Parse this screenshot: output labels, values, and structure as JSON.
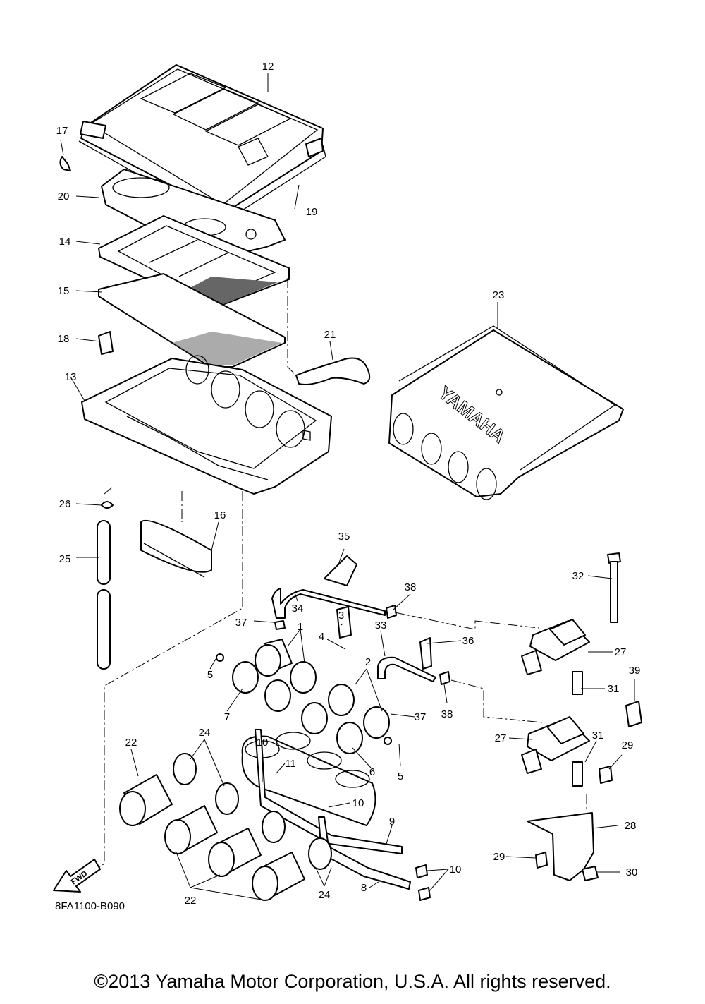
{
  "diagram": {
    "callouts": [
      "12",
      "17",
      "20",
      "19",
      "14",
      "15",
      "18",
      "21",
      "23",
      "13",
      "26",
      "16",
      "25",
      "35",
      "38",
      "34",
      "37",
      "3",
      "33",
      "1",
      "4",
      "36",
      "32",
      "27",
      "5",
      "2",
      "39",
      "7",
      "37b",
      "38b",
      "31",
      "10",
      "24",
      "22",
      "11",
      "6",
      "5b",
      "27b",
      "31b",
      "29",
      "10b",
      "9",
      "28",
      "29b",
      "10c",
      "30",
      "8",
      "22b",
      "24b"
    ],
    "labels": {
      "12": "12",
      "17": "17",
      "20": "20",
      "19": "19",
      "14": "14",
      "15": "15",
      "18": "18",
      "21": "21",
      "23": "23",
      "13": "13",
      "26": "26",
      "16": "16",
      "25": "25",
      "35": "35",
      "38": "38",
      "34": "34",
      "37": "37",
      "3": "3",
      "33": "33",
      "1": "1",
      "4": "4",
      "36": "36",
      "32": "32",
      "27": "27",
      "5": "5",
      "2": "2",
      "39": "39",
      "7": "7",
      "37b": "37",
      "38b": "38",
      "31": "31",
      "10": "10",
      "24": "24",
      "22": "22",
      "11": "11",
      "6": "6",
      "5b": "5",
      "27b": "27",
      "31b": "31",
      "29": "29",
      "10b": "10",
      "9": "9",
      "28": "28",
      "29b": "29",
      "10c": "10",
      "30": "30",
      "8": "8",
      "22b": "22",
      "24b": "24"
    },
    "brand_text": "YAMAHA",
    "direction_arrow": "FWD",
    "drawing_code": "8FA1100-B090"
  },
  "footer": {
    "copyright": "©2013 Yamaha Motor Corporation, U.S.A. All rights reserved."
  }
}
